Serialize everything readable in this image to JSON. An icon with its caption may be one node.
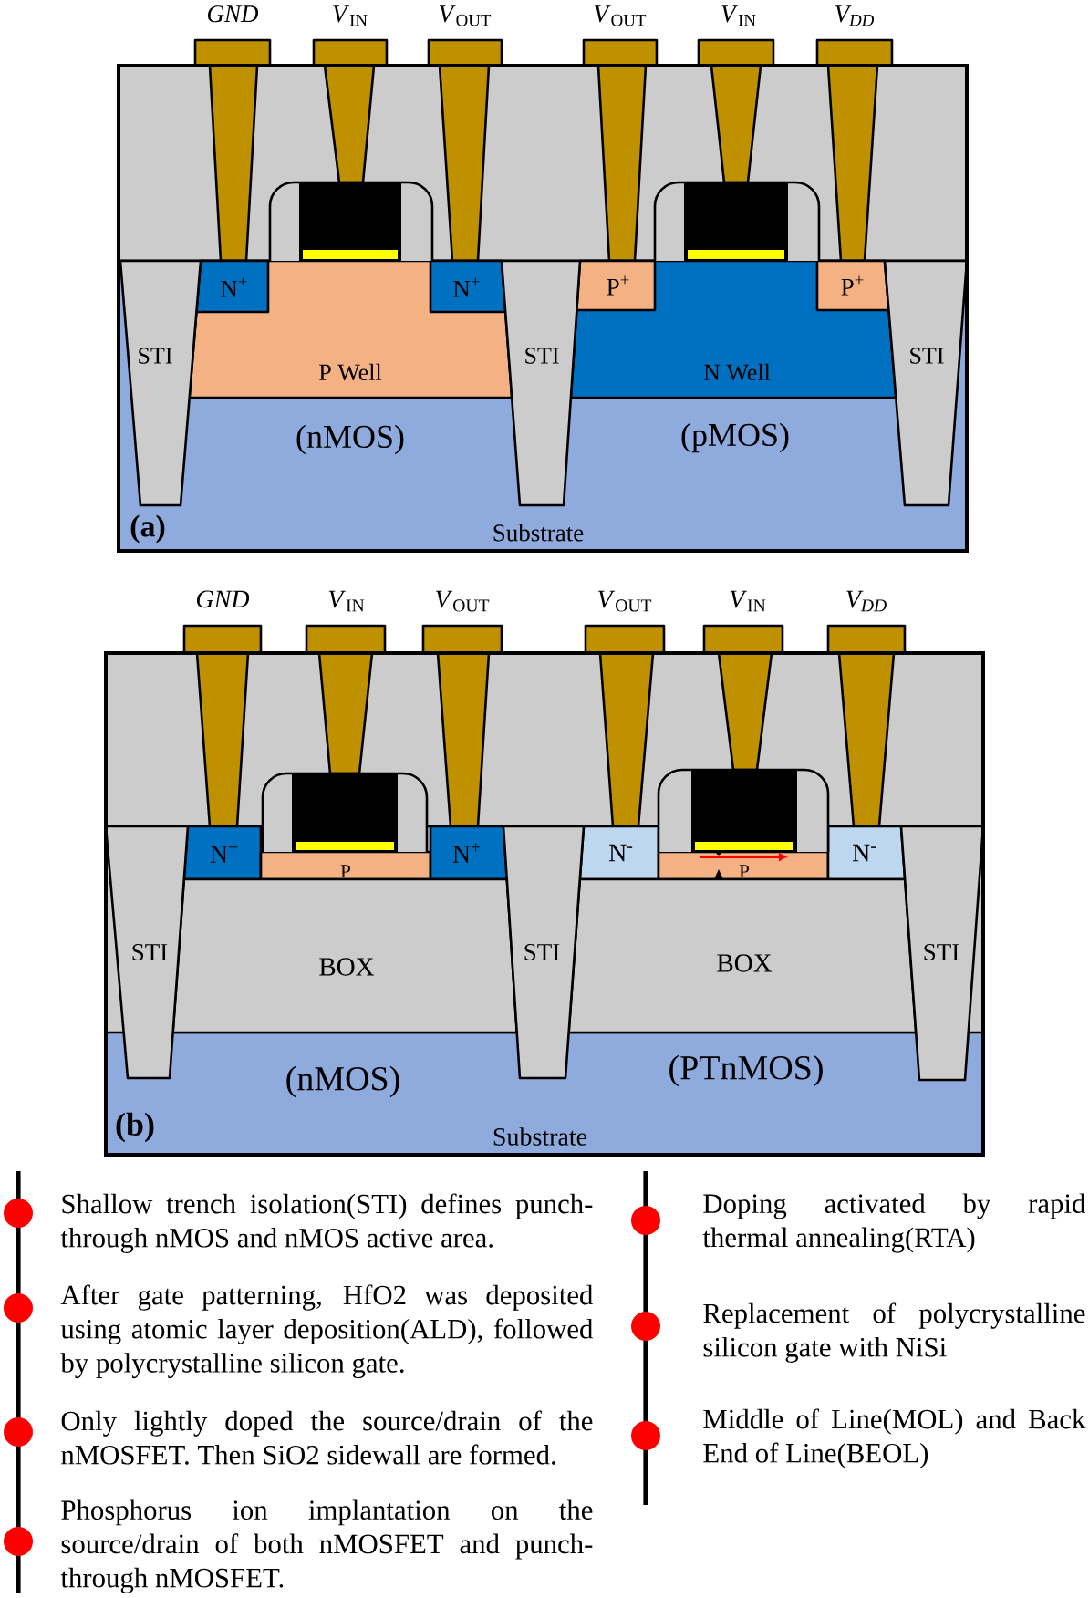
{
  "diagram": {
    "nodes": [
      {
        "text": [
          "GND"
        ]
      },
      {
        "text": [
          "*V*$_{IN}$"
        ]
      },
      {
        "text": [
          "*V*$_{OUT}$"
        ]
      },
      {
        "text": [
          "*V*$_{OUT}$"
        ]
      },
      {
        "text": [
          "*V*$_{IN}$"
        ]
      },
      {
        "text": [
          "V$_{DD}$"
        ]
      },
      {
        "text": [
          "(nMOS)",
          "(pMOS)",
          "(a)",
          "Substrate"
        ]
      },
      {
        "text": [
          "P Well"
        ],
        "in": 6
      },
      {
        "text": [
          "N$^{+}$"
        ],
        "in": 7
      },
      {
        "text": [
          "N$^{+}$"
        ],
        "in": 7
      },
      {
        "text": [
          "N Well"
        ],
        "in": 6
      },
      {
        "text": [
          "P$^{+}$"
        ],
        "in": 10
      },
      {
        "text": [
          "P$^{+}$"
        ],
        "in": 10
      },
      {
        "text": [
          "STI"
        ],
        "in": 6
      },
      {
        "text": [
          "STI"
        ],
        "in": 6
      },
      {
        "text": [
          "STI"
        ],
        "in": 6
      },
      {
        "text": [
          "GND"
        ]
      },
      {
        "text": [
          "*V*$_{IN}$"
        ]
      },
      {
        "text": [
          "*V*$_{OUT}$"
        ]
      },
      {
        "text": [
          "*V*$_{OUT}$"
        ]
      },
      {
        "text": [
          "*V*$_{IN}$"
        ]
      },
      {
        "text": [
          "V$_{DD}$"
        ]
      },
      {
        "text": [
          "(nMOS)",
          "(PTnMOS)",
          "(b)",
          "Substrate"
        ]
      },
      {
        "text": [
          "N$^{+}$"
        ]
      },
      {
        "text": [
          "P"
        ]
      },
      {
        "text": [
          "N$^{+}$"
        ]
      },
      {
        "text": [
          "N$^{-}$"
        ]
      },
      {
        "text": [
          "P"
        ]
      },
      {
        "text": [
          "N$^{-}$"
        ]
      },
      {
        "text": [
          "BOX"
        ]
      },
      {
        "text": [
          "BOX"
        ]
      },
      {
        "text": [
          "STI"
        ]
      },
      {
        "text": [
          "STI"
        ]
      },
      {
        "text": [
          "STI"
        ]
      }
    ],
    "labels": [
      "Shallow trench isolation(STI) defines punch-through nMOS and nMOS active area.",
      "After gate patterning, HfO2 was deposited using atomic layer deposition(ALD), followed by polycrystalline silicon gate.",
      "Only lightly doped the source/drain of the nMOSFET. Then SiO2 sidewall are formed.",
      "Phosphorus ion implantation on the source/drain of both nMOSFET and punch-through nMOSFET.",
      "Doping activated by rapid thermal annealing(RTA)",
      "Replacement of polycrystalline silicon gate with NiSi",
      "Middle of Line(MOL) and Back End of Line(BEOL)"
    ]
  }
}
